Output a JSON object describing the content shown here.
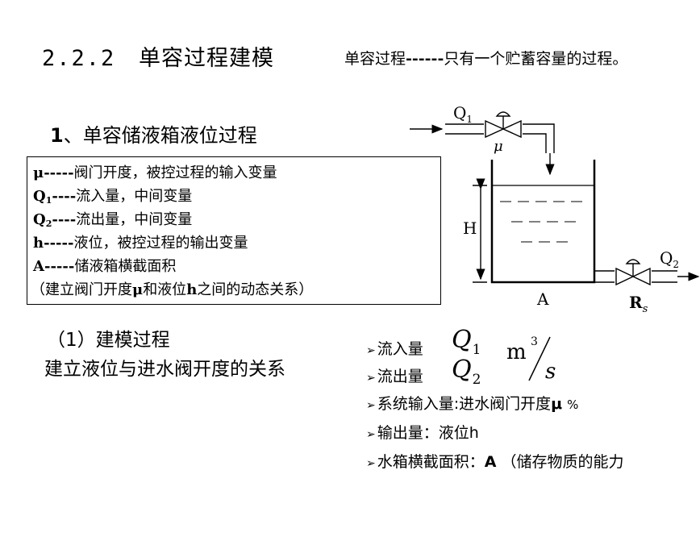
{
  "header": {
    "number": "2.2.2",
    "title": "单容过程建模",
    "definition_term": "单容过程",
    "definition_sep": "------",
    "definition_text": "只有一个贮蓄容量的过程。"
  },
  "section": {
    "number": "1",
    "title": "、单容储液箱液位过程"
  },
  "definitions": [
    {
      "sym": "μ",
      "sub": "",
      "dash": "-----",
      "text": "阀门开度，被控过程的输入变量"
    },
    {
      "sym": "Q",
      "sub": "1",
      "dash": "----",
      "text": "流入量，中间变量"
    },
    {
      "sym": "Q",
      "sub": "2",
      "dash": "----",
      "text": "流出量，中间变量"
    },
    {
      "sym": "h",
      "sub": "",
      "dash": "-----",
      "text": "液位，被控过程的输出变量"
    },
    {
      "sym": "A",
      "sub": "",
      "dash": "-----",
      "text": "储液箱横截面积"
    }
  ],
  "relation_note": {
    "pre": "（建立阀门开度",
    "mu": "μ",
    "mid": "和液位",
    "h": "h",
    "post": "之间的动态关系）"
  },
  "modeling": {
    "step_number": "（1）",
    "step_title": "建模过程",
    "description": "建立液位与进水阀开度的关系"
  },
  "bullets": {
    "marker": "➢",
    "inflow_label": "流入量",
    "inflow_symbol": "Q",
    "inflow_sub": "1",
    "outflow_label": "流出量",
    "outflow_symbol": "Q",
    "outflow_sub": "2",
    "unit_base": "m",
    "unit_exp": "3",
    "unit_den": "s",
    "input_label": "系统输入量:进水阀门开度",
    "input_symbol": "μ",
    "input_unit": "%",
    "output_label": "输出量：液位h",
    "area_label": "水箱横截面积：",
    "area_symbol": "A",
    "area_note": "（储存物质的能力"
  },
  "diagram": {
    "inflow_label": "Q",
    "inflow_sub": "1",
    "valve_label": "μ",
    "height_label": "H",
    "area_label": "A",
    "outflow_label": "Q",
    "outflow_sub": "2",
    "resistance_label": "R",
    "resistance_sub": "s"
  }
}
